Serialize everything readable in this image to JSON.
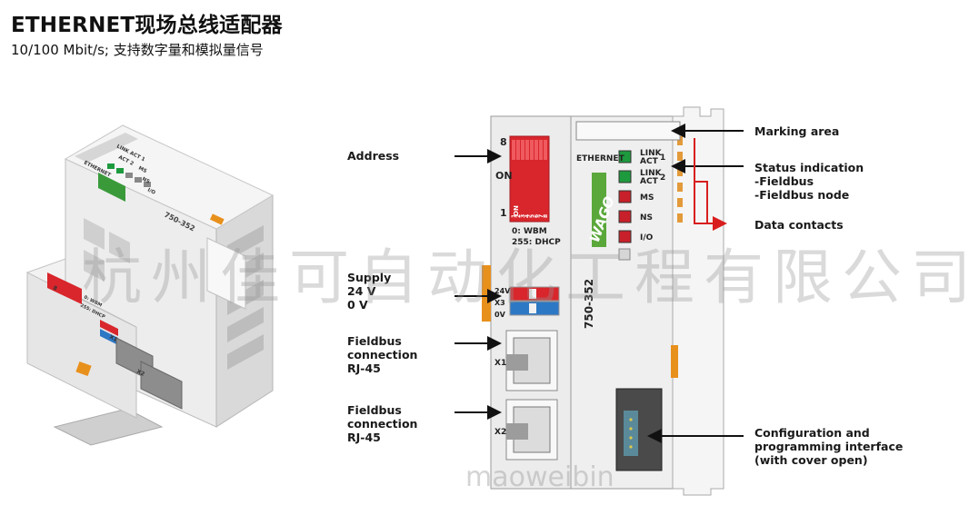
{
  "header": {
    "title": "ETHERNET现场总线适配器",
    "subtitle": "10/100 Mbit/s; 支持数字量和模拟量信号"
  },
  "watermark": {
    "company": "杭州佳可自动化工程有限公司",
    "site": "maoweibin"
  },
  "device": {
    "brand": "WAGO",
    "model": "750-352",
    "ethernet_label": "ETHERNET",
    "dip_top": "8",
    "dip_on": "ON",
    "dip_bottom": "1",
    "dip_numbers": [
      "1",
      "2",
      "3",
      "4",
      "5",
      "6",
      "7",
      "8"
    ],
    "dip_on_small": "ON",
    "address_note_1": "0: WBM",
    "address_note_2": "255: DHCP",
    "supply_terminals": [
      "24V",
      "X3",
      "0V"
    ],
    "port_x1": "X1",
    "port_x2": "X2",
    "leds": [
      {
        "label1": "LINK",
        "label2": "ACT",
        "num": "1",
        "color": "#1e9a3e"
      },
      {
        "label1": "LINK",
        "label2": "ACT",
        "num": "2",
        "color": "#1e9a3e"
      },
      {
        "label1": "MS",
        "label2": "",
        "num": "",
        "color": "#c8202a"
      },
      {
        "label1": "NS",
        "label2": "",
        "num": "",
        "color": "#c8202a"
      },
      {
        "label1": "I/O",
        "label2": "",
        "num": "",
        "color": "#c8202a"
      }
    ],
    "photo_labels": {
      "model": "750-352",
      "link_act_1": "LINK ACT 1",
      "link_act_2": "ACT 2",
      "ms": "MS",
      "ns": "NS",
      "io": "I/O",
      "dip": "8",
      "wbm": "0: WBM",
      "dhcp": "255: DHCP",
      "x1": "X1",
      "x2": "X2",
      "ethernet": "ETHERNET"
    }
  },
  "callouts": {
    "address": [
      "Address"
    ],
    "supply": [
      "Supply",
      "24 V",
      "0 V"
    ],
    "fieldbus1": [
      "Fieldbus",
      "connection",
      "RJ-45"
    ],
    "fieldbus2": [
      "Fieldbus",
      "connection",
      "RJ-45"
    ],
    "marking": [
      "Marking area"
    ],
    "status": [
      "Status indication",
      "-Fieldbus",
      "-Fieldbus node"
    ],
    "data_contacts": [
      "Data contacts"
    ],
    "config": [
      "Configuration and",
      "programming interface",
      "(with cover open)"
    ]
  },
  "colors": {
    "arrow_red": "#d81e1e",
    "module_body": "#ebebeb",
    "dip_red": "#d8262c",
    "terminal_blue": "#2d78c4",
    "orange_latch": "#e8901c"
  }
}
